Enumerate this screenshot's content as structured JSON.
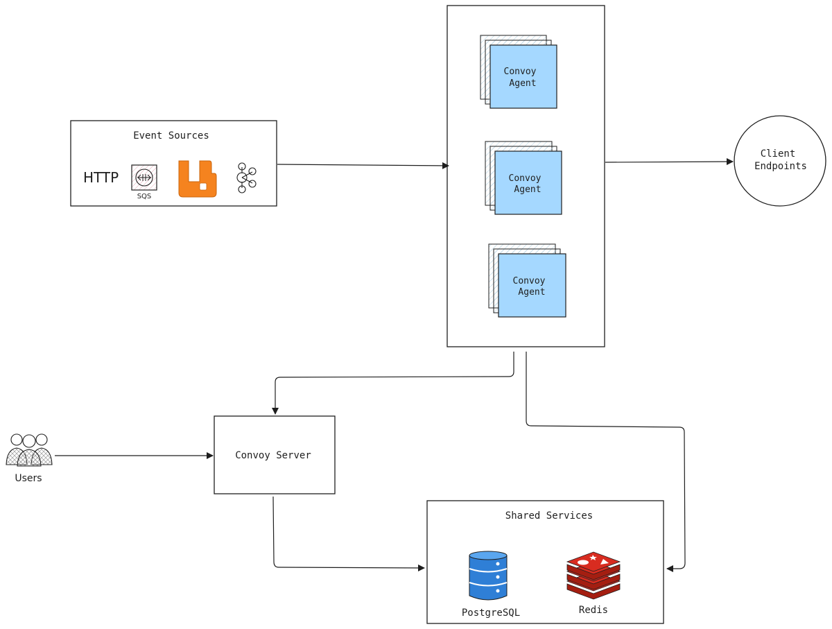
{
  "event_sources": {
    "title": "Event Sources",
    "http_label": "HTTP",
    "sqs_label": "SQS",
    "icons": [
      "http-text",
      "aws-sqs-icon",
      "rabbitmq-icon",
      "kafka-icon"
    ]
  },
  "agents": {
    "labels": [
      [
        "Convoy",
        "Agent"
      ],
      [
        "Convoy",
        "Agent"
      ],
      [
        "Convoy",
        "Agent"
      ]
    ]
  },
  "client": {
    "label": [
      "Client",
      "Endpoints"
    ]
  },
  "server": {
    "label": "Convoy Server"
  },
  "users": {
    "label": "Users"
  },
  "shared": {
    "title": "Shared Services",
    "postgres_label": "PostgreSQL",
    "redis_label": "Redis"
  },
  "colors": {
    "agent_fill": "#a5d8ff",
    "rabbitmq": "#f5831f",
    "postgres": "#2f7fd6",
    "redis": "#d82c20",
    "sqs_fill": "#f8dce3",
    "stroke": "#1e1e1e"
  }
}
